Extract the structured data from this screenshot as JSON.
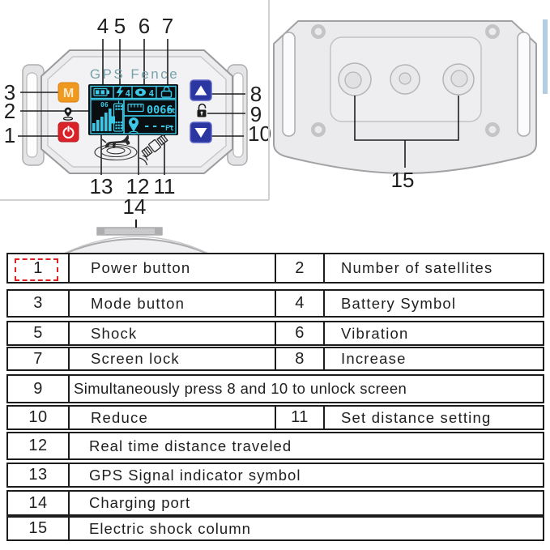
{
  "colors": {
    "oled_cyan": "#3cc9e8",
    "mode_orange": "#f0991f",
    "power_red": "#da2328",
    "arrow_blue": "#2c36a0",
    "highlight_red": "#e02020",
    "device_gray": "#ededef"
  },
  "front_view": {
    "title": "GPS Fence",
    "mode_button": "M",
    "screen": {
      "shock_level": "4",
      "vibration_level": "4",
      "satellites": "06",
      "distance": "0066",
      "distance_unit": "Ft",
      "traveled": "----",
      "traveled_unit": "Ft"
    }
  },
  "callouts": {
    "c1": "1",
    "c2": "2",
    "c3": "3",
    "c4": "4",
    "c5": "5",
    "c6": "6",
    "c7": "7",
    "c8": "8",
    "c9": "9",
    "c10": "10",
    "c11": "11",
    "c12": "12",
    "c13": "13",
    "c14": "14",
    "c15": "15"
  },
  "legend": {
    "rows": [
      {
        "num1": "1",
        "label1": "Power button",
        "num2": "2",
        "label2": "Number of satellites"
      },
      {
        "num1": "3",
        "label1": "Mode button",
        "num2": "4",
        "label2": "Battery Symbol"
      },
      {
        "num1": "5",
        "label1": "Shock",
        "num2": "6",
        "label2": "Vibration"
      },
      {
        "num1": "7",
        "label1": "Screen lock",
        "num2": "8",
        "label2": "Increase"
      },
      {
        "num1": "9",
        "label1": "Simultaneously press 8 and 10 to unlock screen"
      },
      {
        "num1": "10",
        "label1": "Reduce",
        "num2": "11",
        "label2": "Set distance setting"
      },
      {
        "num1": "12",
        "label1": "Real time distance traveled"
      },
      {
        "num1": "13",
        "label1": "GPS Signal indicator symbol"
      },
      {
        "num1": "14",
        "label1": "Charging port"
      },
      {
        "num1": "15",
        "label1": "Electric shock column"
      }
    ]
  }
}
